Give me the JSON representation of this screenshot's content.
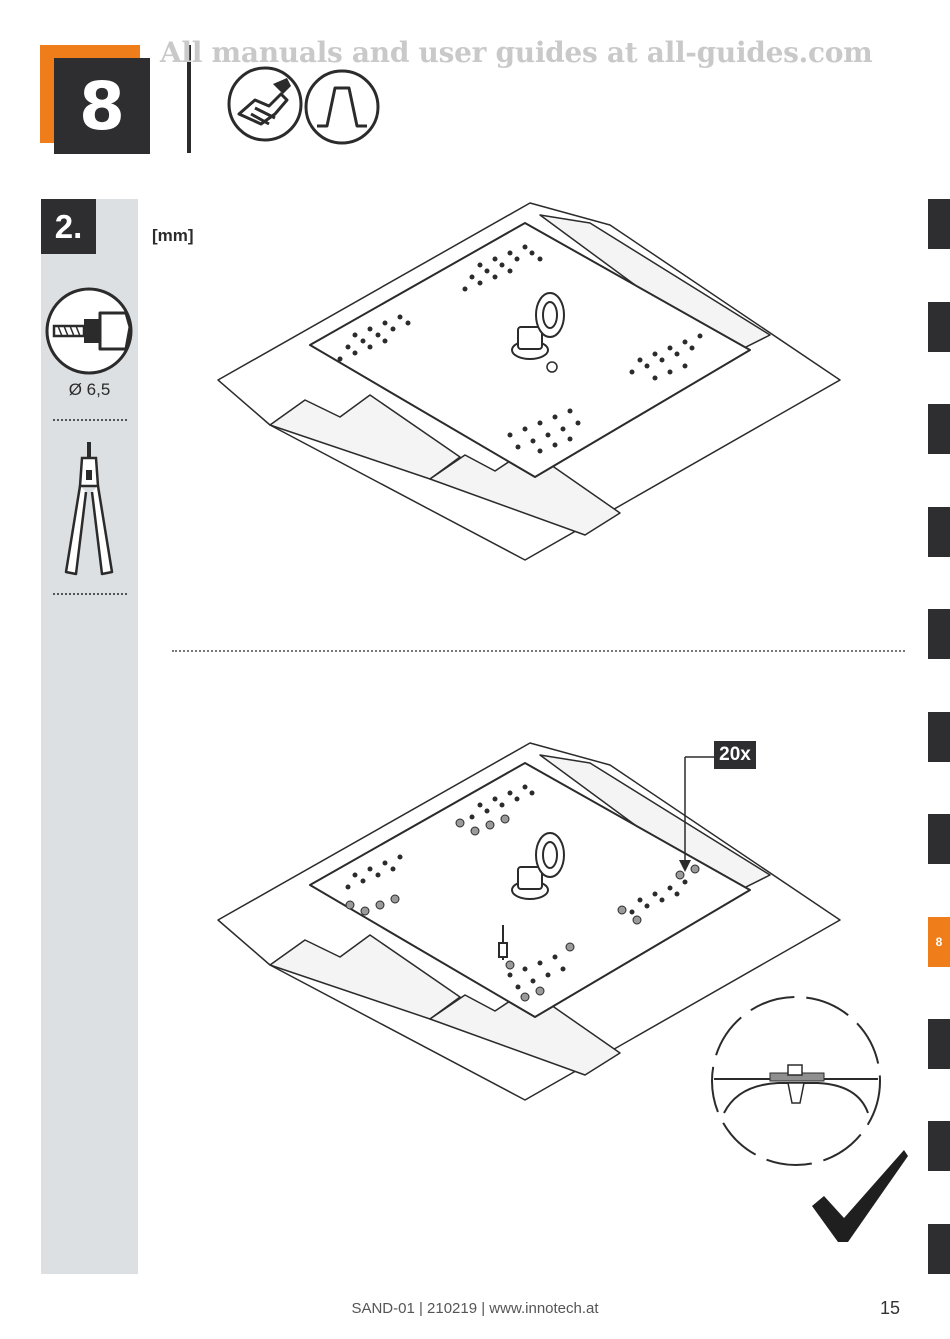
{
  "header": {
    "step_number": "8",
    "watermark": "All manuals and user guides at all-guides.com",
    "icons": [
      "hand-wrench-icon",
      "trapezoid-profile-icon"
    ]
  },
  "sidebar": {
    "substep": "2.",
    "drill_diameter": "Ø 6,5",
    "icons": [
      "drill-icon",
      "rivet-pliers-icon"
    ]
  },
  "main": {
    "unit_label": "[mm]",
    "quantity_label": "20x"
  },
  "side_tabs": {
    "active_label": "8"
  },
  "footer": {
    "doc_info": "SAND-01 | 210219 | www.innotech.at",
    "page_number": "15"
  },
  "colors": {
    "accent": "#ee7d1a",
    "dark": "#2e2e30",
    "sidebar_bg": "#dde0e3"
  }
}
